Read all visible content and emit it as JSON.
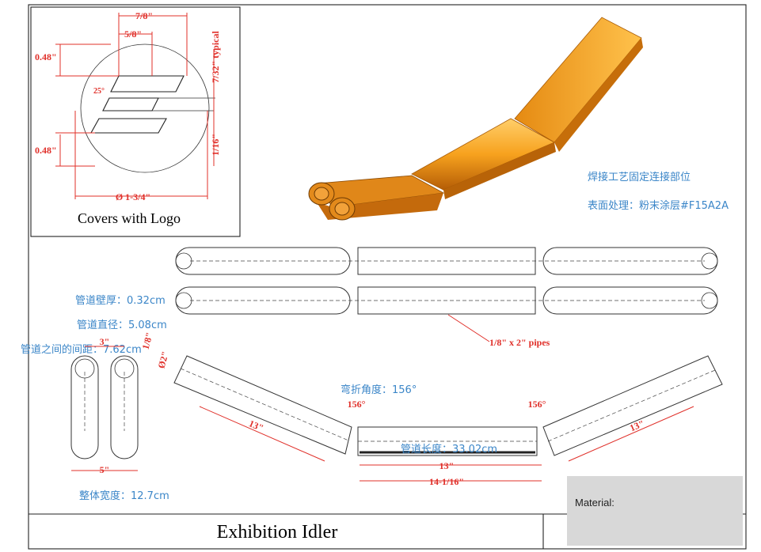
{
  "inset": {
    "caption": "Covers with Logo",
    "dims": {
      "top_width": "7/8\"",
      "inner_width": "5/8\"",
      "typical": "7/32\" typical",
      "left_top": "0.48\"",
      "left_bottom": "0.48\"",
      "angle": "25°",
      "sixteenth": "1/16\"",
      "diameter": "Ø 1-3/4\""
    }
  },
  "notes": {
    "weld": "焊接工艺固定连接部位",
    "finish": "表面处理：粉末涂层#F15A2A",
    "wall": "管道壁厚：0.32cm",
    "diameter": "管道直径：5.08cm",
    "spacing": "管道之间的间距：7.62cm",
    "bend": "弯折角度：156°",
    "length": "管道长度：33.02cm",
    "width": "整体宽度：12.7cm"
  },
  "dims": {
    "pipes": "1/8\" x 2\" pipes",
    "eighth": "1/8\"",
    "dia2": "Ø2\"",
    "three": "3\"",
    "five": "5\"",
    "angle_left": "156°",
    "angle_right": "156°",
    "left_len": "13\"",
    "right_len": "13\"",
    "center_len": "13\"",
    "overall_len": "14-1/16\""
  },
  "title_block": {
    "title": "Exhibition Idler",
    "material_label": "Material:"
  },
  "colors": {
    "dimension": "#e0302a",
    "annotation": "#3b86c8",
    "powder_coat": "#F15A2A"
  }
}
